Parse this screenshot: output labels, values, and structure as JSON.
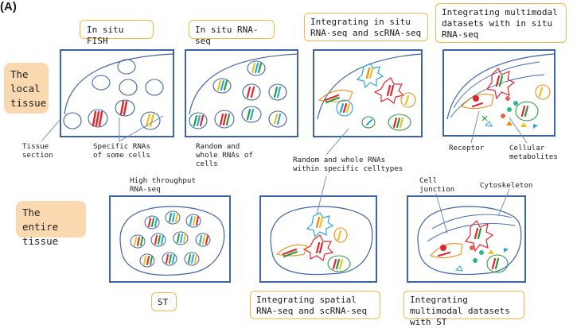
{
  "figure_label": "(A)",
  "rows": {
    "local": "The local tissue",
    "entire": "The entire tissue"
  },
  "titles": {
    "t1": "In situ FISH",
    "t2": "In situ RNA-seq",
    "t3": "Integrating in situ RNA-seq and scRNA-seq",
    "t4": "Integrating multimodal datasets with in situ RNA-seq",
    "b1": "ST",
    "b2": "Integrating spatial RNA-seq and scRNA-seq",
    "b3": "Integrating multimodal datasets with ST"
  },
  "labels": {
    "tissue_section": "Tissue section",
    "specific_rnas": "Specific RNAs of some cells",
    "random_whole": "Random and whole RNAs of cells",
    "random_celltypes": "Random and whole RNAs within specific celltypes",
    "receptor": "Receptor",
    "metabolites": "Cellular metabolites",
    "high_throughput": "High throughput RNA-seq",
    "cell_junction": "Cell junction",
    "cytoskeleton": "Cytoskeleton"
  },
  "colors": {
    "frame": "#3f63a8",
    "title_border": "#f2b84b",
    "row_label_bg": "#fbd9b0",
    "rna_red": "#e0262c",
    "rna_green": "#2a9a3a",
    "rna_blue": "#2aa6d8",
    "rna_yellow": "#f0c020",
    "rna_orange": "#f08a1a"
  }
}
